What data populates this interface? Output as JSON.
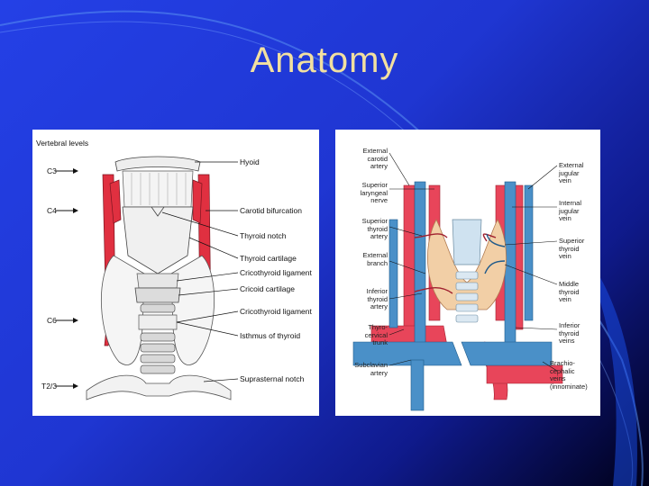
{
  "slide": {
    "title": "Anatomy"
  },
  "left_figure": {
    "header": "Vertebral levels",
    "levels": [
      "C3",
      "C4",
      "C6",
      "T2/3"
    ],
    "structures": [
      "Hyoid",
      "Carotid bifurcation",
      "Thyroid notch",
      "Thyroid cartilage",
      "Cricothyroid ligament",
      "Cricoid cartilage",
      "Cricothyroid ligament",
      "Isthmus of thyroid",
      "Suprasternal notch"
    ]
  },
  "right_figure": {
    "left_labels": [
      "External\ncarotid\nartery",
      "Superior\nlaryngeal\nnerve",
      "Superior\nthyroid\nartery",
      "External\nbranch",
      "Inferior\nthyroid\nartery",
      "Thyro-\ncervical\ntrunk",
      "Subclavian\nartery"
    ],
    "right_labels": [
      "External\njugular\nvein",
      "Internal\njugular\nvein",
      "Superior\nthyroid\nvein",
      "Middle\nthyroid\nvein",
      "Inferior\nthyroid\nveins",
      "Brachio-\ncephalic\nveins\n(innominate)"
    ]
  },
  "colors": {
    "title": "#f2e0a0",
    "artery": "#e8455a",
    "vein": "#4a90c8"
  }
}
